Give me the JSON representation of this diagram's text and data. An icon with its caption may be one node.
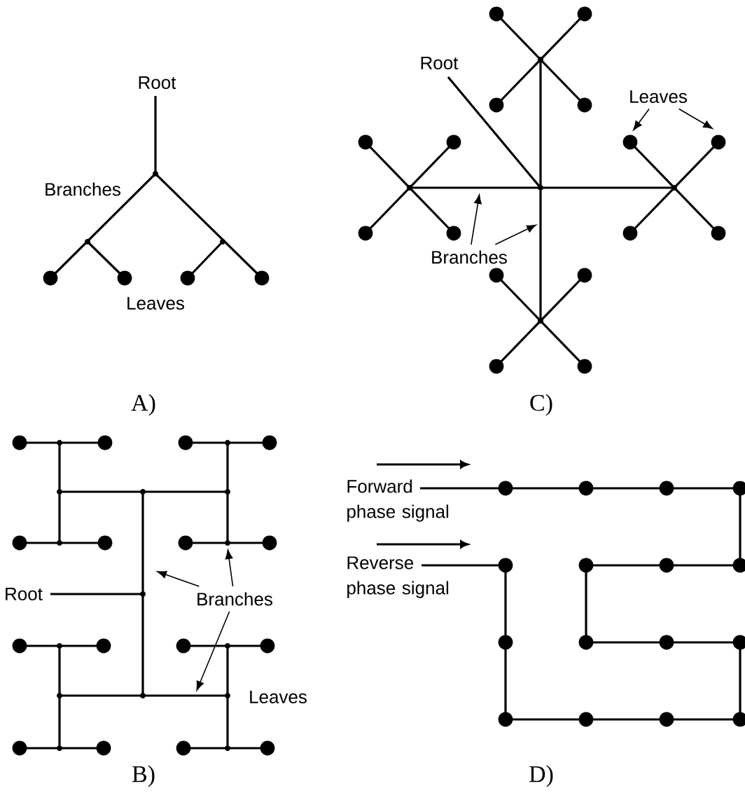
{
  "diagram": {
    "nodes": [
      {
        "text": [
          "Leaves"
        ]
      },
      {
        "text": [
          "Branches"
        ]
      },
      {
        "text": [
          "Branches"
        ]
      }
    ],
    "edges": [
      {
        "from": 0,
        "to": null,
        "arrow": "to"
      },
      {
        "from": 0,
        "to": null,
        "arrow": "to"
      },
      {
        "from": 1,
        "to": null,
        "arrow": "to"
      },
      {
        "from": 1,
        "to": null,
        "arrow": "to"
      },
      {
        "from": 2,
        "to": null,
        "arrow": "to"
      },
      {
        "from": 2,
        "to": null,
        "arrow": "to"
      },
      {
        "from": 2,
        "to": null,
        "arrow": "to"
      }
    ],
    "labels": [
      "Root",
      "Branches",
      "Leaves",
      "A)",
      "Root",
      "C)",
      "Root",
      "Leaves",
      "B)",
      "Forward phase signal",
      "Reverse phase signal",
      "D)"
    ]
  }
}
